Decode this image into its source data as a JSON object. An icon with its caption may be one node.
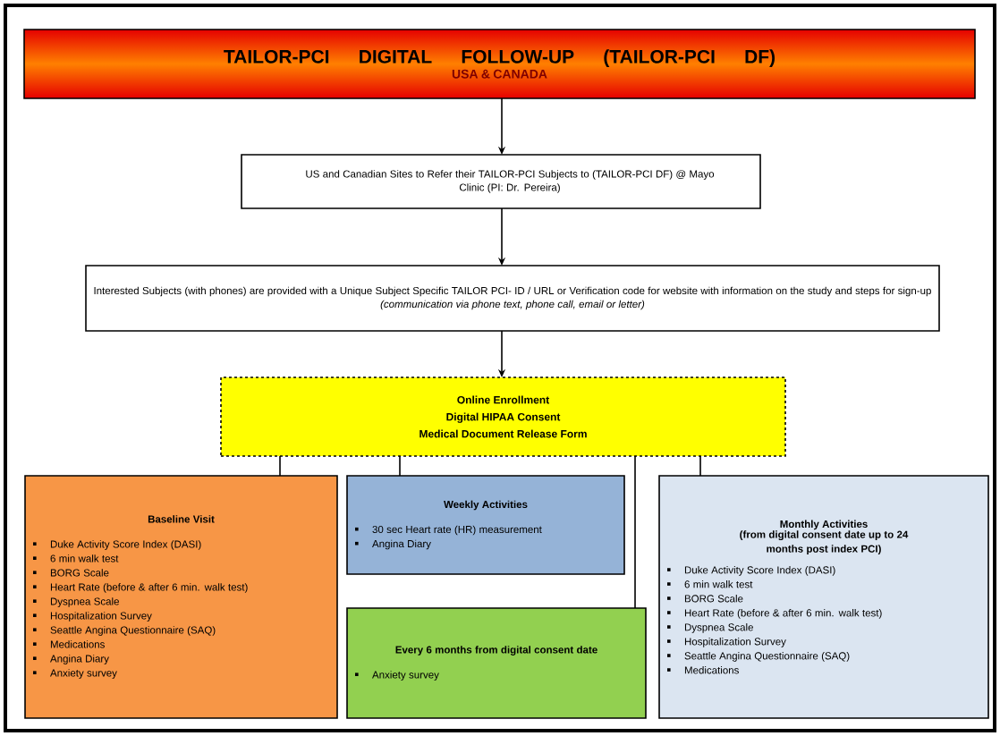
{
  "diagram": {
    "nodes": [
      {
        "text": [
          "TAILOR-PCI DIGITAL FOLLOW-UP (TAILOR-PCI DF)",
          "USA & CANADA"
        ]
      },
      {
        "text": [
          "US and Canadian Sites to Refer their TAILOR-PCI Subjects to (TAILOR-PCI DF) @ Mayo Clinic (PI: Dr. Pereira)"
        ]
      },
      {
        "text": [
          "Interested Subjects (with phones) are provided with a Unique Subject Specific TAILOR PCI- ID / URL or Verification code for website with information on the study and steps for sign-up",
          "(communication via phone text, phone call, email or letter)"
        ]
      },
      {
        "text": [
          "Online Enrollment",
          "Digital HIPAA Consent",
          "Medical Document Release Form"
        ]
      },
      {
        "text": [
          "Baseline Visit",
          "Duke Activity Score Index (DASI)",
          "6 min walk test",
          "BORG Scale",
          "Heart Rate (before & after 6 min. walk test)",
          "Dyspnea Scale",
          "Hospitalization Survey",
          "Seattle Angina Questionnaire (SAQ)",
          "Medications",
          "Angina Diary",
          "Anxiety survey"
        ]
      },
      {
        "text": [
          "Weekly Activities",
          "30 sec Heart rate (HR) measurement",
          "Angina Diary"
        ]
      },
      {
        "text": [
          "Every 6 months from digital consent date",
          "Anxiety survey"
        ]
      },
      {
        "text": [
          "Monthly Activities",
          "(from digital consent date up to 24 months post index PCI)",
          "Duke Activity Score Index (DASI)",
          "6 min walk test",
          "BORG Scale",
          "Heart Rate (before & after 6 min. walk test)",
          "Dyspnea Scale",
          "Hospitalization Survey",
          "Seattle Angina Questionnaire (SAQ)",
          "Medications"
        ]
      }
    ],
    "edges": [
      {
        "from": 0,
        "to": 1,
        "arrow": "to"
      },
      {
        "from": 1,
        "to": 2,
        "arrow": "to"
      },
      {
        "from": 2,
        "to": 3,
        "arrow": "to"
      },
      {
        "from": 3,
        "to": 4,
        "arrow": "none"
      },
      {
        "from": 3,
        "to": 5,
        "arrow": "none"
      },
      {
        "from": 3,
        "to": 6,
        "arrow": "none"
      },
      {
        "from": 3,
        "to": 7,
        "arrow": "none"
      }
    ]
  }
}
